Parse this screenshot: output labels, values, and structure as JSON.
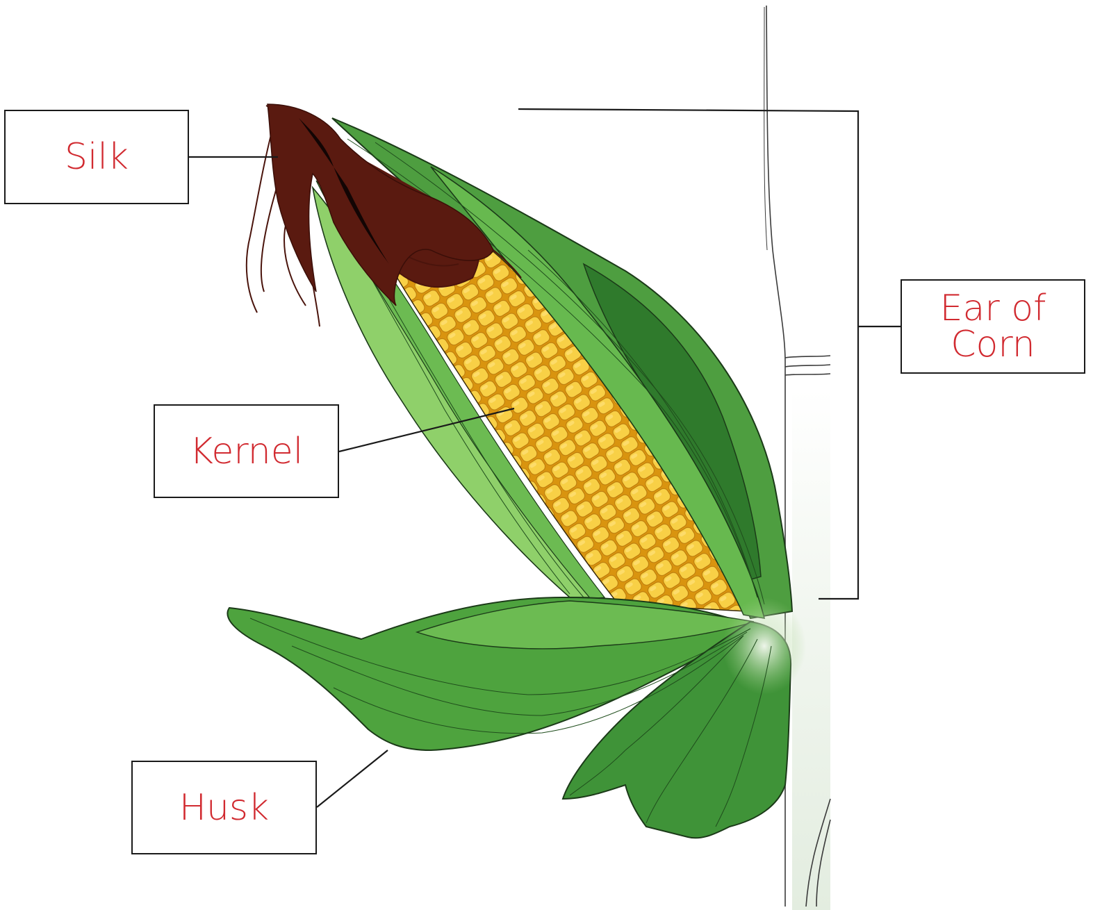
{
  "labels": {
    "silk": "Silk",
    "kernel": "Kernel",
    "husk": "Husk",
    "ear_of_corn": "Ear of\nCorn"
  },
  "colors": {
    "label_text": "#d12a30",
    "husk_dark": "#3f8f3a",
    "husk_mid": "#5fb04a",
    "husk_light": "#8fd06a",
    "kernel": "#f6cc3a",
    "kernel_shadow": "#d99a12",
    "silk": "#5a1a10",
    "stalk_shade": "#e6efe3"
  }
}
